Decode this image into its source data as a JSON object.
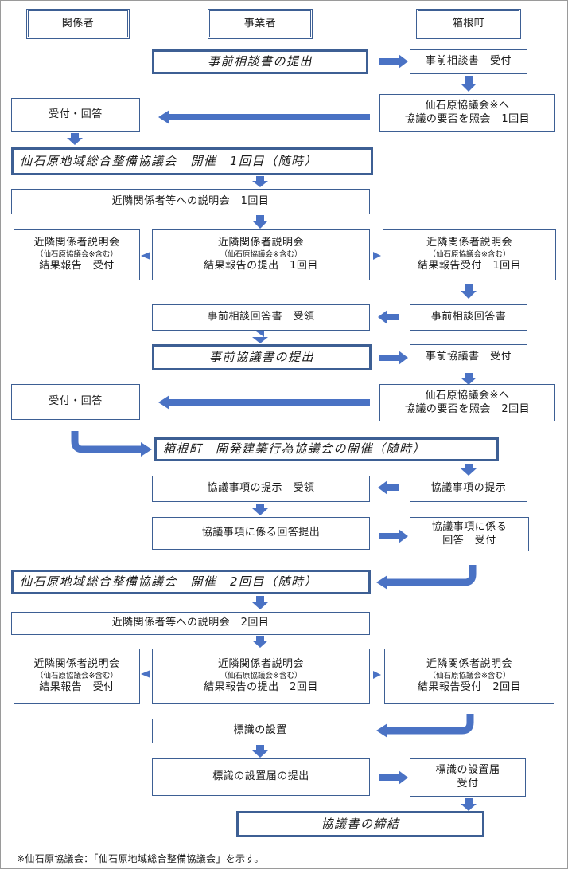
{
  "headers": {
    "col1": "関係者",
    "col2": "事業者",
    "col3": "箱根町"
  },
  "steps": {
    "pre_consult_submit": "事前相談書の提出",
    "pre_consult_receive": "事前相談書　受付",
    "reception_reply_1": "受付・回答",
    "inquiry_1": [
      "仙石原協議会※へ",
      "協議の要否を照会　1回目"
    ],
    "council_meeting_1": "仙石原地域総合整備協議会　開催　1回目（随時）",
    "briefing_1": "近隣関係者等への説明会　1回目",
    "report_left_1": {
      "title": "近隣関係者説明会",
      "note": "（仙石原協議会※含む）",
      "tail": "結果報告　受付"
    },
    "report_center_1": {
      "title": "近隣関係者説明会",
      "note": "（仙石原協議会※含む）",
      "tail": "結果報告の提出　1回目"
    },
    "report_right_1": {
      "title": "近隣関係者説明会",
      "note": "（仙石原協議会※含む）",
      "tail": "結果報告受付　1回目"
    },
    "pre_consult_answer_receipt": "事前相談回答書　受領",
    "pre_consult_answer": "事前相談回答書",
    "pre_deliberation_submit": "事前協議書の提出",
    "pre_deliberation_receive": "事前協議書　受付",
    "reception_reply_2": "受付・回答",
    "inquiry_2": [
      "仙石原協議会※へ",
      "協議の要否を照会　2回目"
    ],
    "town_meeting": "箱根町　開発建築行為協議会の開催（随時）",
    "items_receipt": "協議事項の提示　受領",
    "items_present": "協議事項の提示",
    "items_answer_submit": "協議事項に係る回答提出",
    "items_answer_receive": [
      "協議事項に係る",
      "回答　受付"
    ],
    "council_meeting_2": "仙石原地域総合整備協議会　開催　2回目（随時）",
    "briefing_2": "近隣関係者等への説明会　2回目",
    "report_left_2": {
      "title": "近隣関係者説明会",
      "note": "（仙石原協議会※含む）",
      "tail": "結果報告　受付"
    },
    "report_center_2": {
      "title": "近隣関係者説明会",
      "note": "（仙石原協議会※含む）",
      "tail": "結果報告の提出　2回目"
    },
    "report_right_2": {
      "title": "近隣関係者説明会",
      "note": "（仙石原協議会※含む）",
      "tail": "結果報告受付　2回目"
    },
    "sign_install": "標識の設置",
    "sign_notice_submit": "標識の設置届の提出",
    "sign_notice_receive": [
      "標識の設置届",
      "受付"
    ],
    "agreement": "協議書の締結"
  },
  "footnote": "※仙石原協議会：「仙石原地域総合整備協議会」を示す。",
  "colors": {
    "border": "#3d5f94",
    "arrow": "#4a72c4"
  }
}
